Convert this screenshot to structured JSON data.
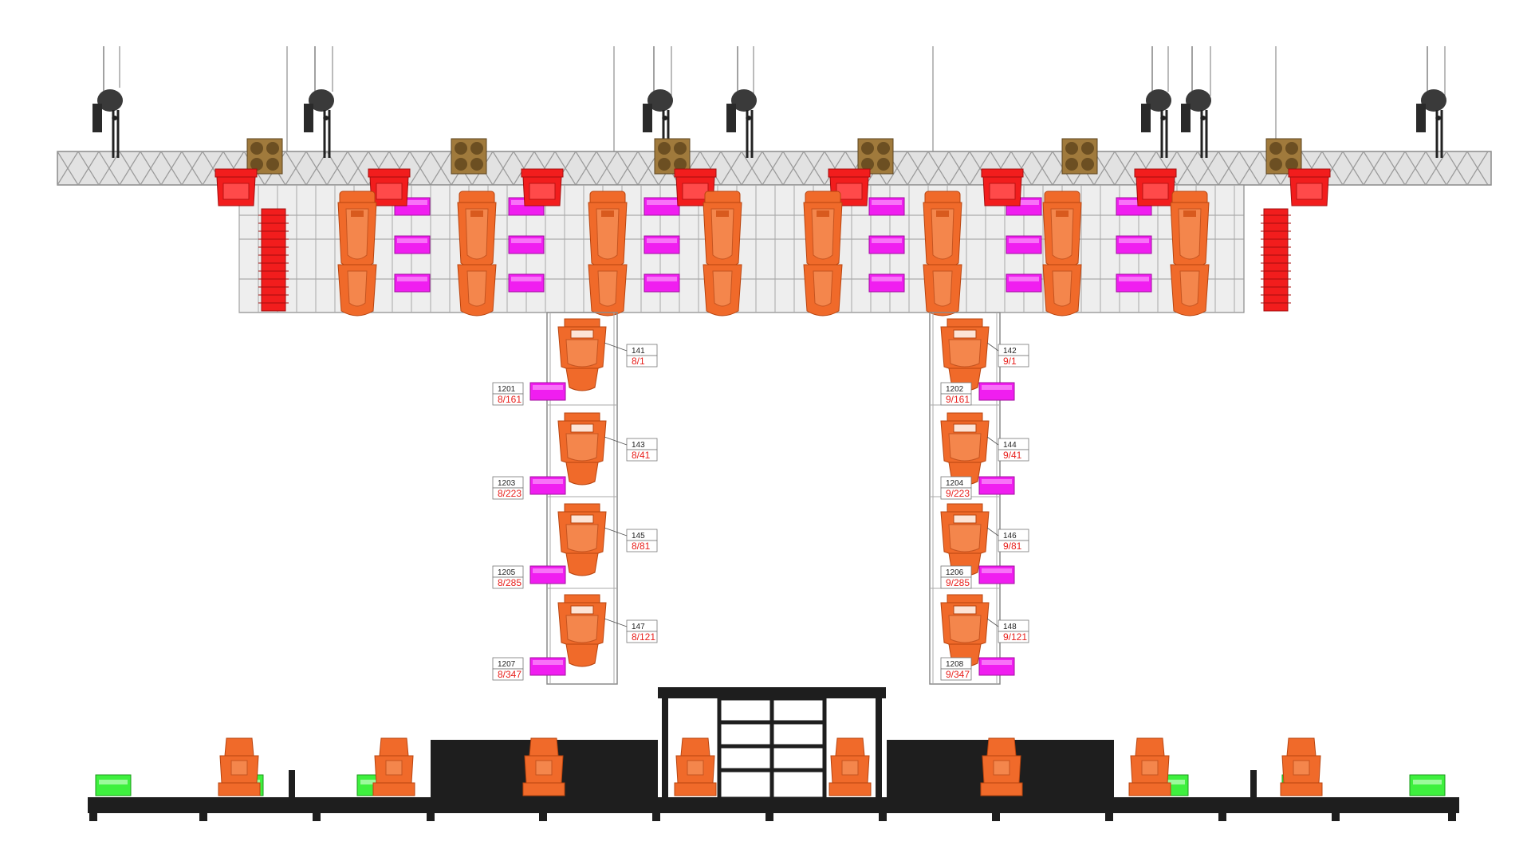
{
  "colors": {
    "truss": "#d9d9d9",
    "truss_line": "#8a8a8a",
    "moving_head": "#f06a2a",
    "moving_head_dark": "#c94a14",
    "wash": "#f21d1d",
    "led_bar": "#f01ef0",
    "blinder": "#a07a3c",
    "hoist": "#3a3a3a",
    "floor_fixture": "#3ef03e",
    "riser": "#1e1e1e",
    "label_number": "#222222",
    "label_address": "#e8201c"
  },
  "icons": {
    "hoist": "chain-hoist-icon",
    "moving_head": "moving-head-fixture-icon",
    "wash": "wash-fixture-icon",
    "led_bar": "led-bar-fixture-icon",
    "blinder": "blinder-fixture-icon",
    "floor": "floor-fixture-icon"
  },
  "left_tower": {
    "heads": [
      {
        "number": "141",
        "address": "8/1"
      },
      {
        "number": "143",
        "address": "8/41"
      },
      {
        "number": "145",
        "address": "8/81"
      },
      {
        "number": "147",
        "address": "8/121"
      }
    ],
    "bars": [
      {
        "number": "1201",
        "address": "8/161"
      },
      {
        "number": "1203",
        "address": "8/223"
      },
      {
        "number": "1205",
        "address": "8/285"
      },
      {
        "number": "1207",
        "address": "8/347"
      }
    ]
  },
  "right_tower": {
    "heads": [
      {
        "number": "142",
        "address": "9/1"
      },
      {
        "number": "144",
        "address": "9/41"
      },
      {
        "number": "146",
        "address": "9/81"
      },
      {
        "number": "148",
        "address": "9/121"
      }
    ],
    "bars": [
      {
        "number": "1202",
        "address": "9/161"
      },
      {
        "number": "1204",
        "address": "9/223"
      },
      {
        "number": "1206",
        "address": "9/285"
      },
      {
        "number": "1208",
        "address": "9/347"
      }
    ]
  }
}
